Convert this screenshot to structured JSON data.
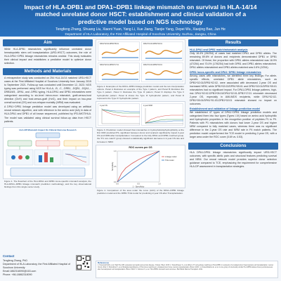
{
  "header": {
    "title": "Impact of HLA-DPB1 and DPA1~DPB1 linkage mismatch on survival in HLA-14/14 matched unrelated donor HSCT: establishment and clinical validation of a predictive model based on NGS technology",
    "authors": "Tengfeng Zhang, Shuang Liu, Xiaoni Yuan, Yang Li, Xue Jiang, Tianjie Yang, Depei Wu, Xiaojing Bao, Jun He",
    "affiliation": "Department of HLA Laboratory, the First Affiliated Hospital of Soochow University, Suzhou, Jiangsu, China"
  },
  "aim": {
    "heading": "Aim",
    "text": "While HLA-DPB1 mismatches significantly influence unrelated donor hematopoietic stem cell transplantation (URD-HSCT) outcomes, the role of HLA-DPA1~DPB1 linkage mismatches remains unclear. This study evaluates their clinical impact and establishes a predictive model to optimize donor selection."
  },
  "methods": {
    "heading": "Methods and Materials",
    "p1": "A retrospective study was conducted on 254 HLA-14/14 matched URD-HSCT cases at the First Affiliated Hospital of Soochow University from January 2015 to September 2021. Follow-up was conducted until December 12, 2023. NGS typing was performed using NGS for HLA-A, -B, -C, -DRB1, -DQB1, -DQA1, -DRB3/4/5, -DPA1, and -DPB1 typing. HLA-DPA1 and DPB1 mismatches were categorized according to six-level intron-exon mismatch, graft-versus-host direction (GvH) and host-versus-graft (HvG), and their impact on two-year overall survival (OS) and non-relapse mortality (NRM) was evaluated.",
    "p2": "A DPA1~DPB1 linkage prediction model was developed using an artificial neural network algorithm, and with reference to the amino acid (AA) in data of HLA-DPA1 and DPB1 of all known sequenced, published by IPD-IMGT/HLA. The model was validated using clinical survival follow-up data from HSCT patients."
  },
  "figures": {
    "fig1_title": "HLA-DP Mismatch Impact On Clinical Outcome Research",
    "fig1_caption": "Figure 1. The flowchart of the HLA-DPA1 and DPB1 locus-specific mismatch analysis, the HLA-DPA1~DPB1 linkage mismatch prediction methodology, and the key observational findings from this single center study.",
    "fig2_caption": "Figure 2. Examples of the DPA1~DPB1 linkage prediction model and the two interpretation options. Panel A illustrates an example of the Type I pattern, and Panel B illustrates the Type II pattern. Panel C illustrates the Type III pattern; Panel D displays the Type II hydrophobic pattern. Panel E shows the Type III hydrophobic pattern, and Panel D represents the Type IV hydrophobic pattern.",
    "fig3_caption": "Figure 3. Prediction model showed that mismatches in hydrophobicity/hydrophilicity at the first CDR predicted PS, significant between donor and recipient significantly impact 2-year OS and NRM after transplantation. Compared to the fully DPA1 and DPB1 matched group, the \"P1 non-match\" group showed a statistically significant decrease in 2-year OS rate and increase in NRM.",
    "fig4_caption": "Figure 4. Comparison of the area under the curve (AUC) of the DPA1~DPB1 linkage prediction model and the DPB1 TCE model for predicting 2-year OS after Transplantation.",
    "fig4_title": "ROC curves per OS"
  },
  "results": {
    "heading": "Results",
    "sub1": "HLA-DPA1 and DPB1 match/mismatch analysis",
    "p1": "Only 18.4% (26/254) of cases had matched DPA1 and DPB1 alleles. The remaining 89.6% of donors and recipients demonstrated DPB1 or DPB1 mismatch. Of these, the proportion with DPB1 alleles mismatched was 18.9% (47/254) and 70.0% (178/254) had both DPB1 and DPB1 alleles mismatched. DPA1 alleles mismatched and DPB1 alleles matched was 0.8% (2/254).",
    "sub2": "DPB1 locus-specific and DPA1~DPB1 linkage mismatches",
    "p2": "Among cases with mismatches, we identified three key findings: For allele-specific effects, unrelated DPB1 allele mismatches, such as DPB1*02:01/DPB1*02:02, were associated with decreased 2-year OS and increased NRM, while DPB1*02:02/DPB1*05:01 and DPB1*02:01/DPB1*05:01 mismatches had no significant impact. For DPA1-DPB1 linkage patterns, high-risk DPA1*02:02-DPB1*05:01/DPA1*02:01-DPB1*17:01 mismatch decreased 2-year OS, especially in AML/MDS recipients, while DPA1*02:02-DPB1*05:01/DPA1*01:03-DPB1*02:01 mismatch showed no impact on outcomes.",
    "sub3": "Establishment and validation of linkage prediction model",
    "p3": "We established 47 types of DPA1~DPB1 linkage prediction models and categorized them into four types (Types I-IV) based on amino acid hydrophilic and hydrophobic properties in the recognition position of peptides P1 to P9. Patients with P1 mismatches with donors had lower 2-year OS and higher NRM compared to fully matched cases, whereas there was no significant difference in the 2-year OS rate and NRM rate in P4 match patients. The prediction model outperformed the TCE model in predicting 2-year OS, with a larger area under the ROC curve (0.69 vs. 0.53)."
  },
  "conclusions": {
    "heading": "Conclusions",
    "text": "HLA DPA1-DPB1 linkage mismatches significantly impact URD-HSCT outcomes, with specific allelic pairs and structural features predicting survival and NRM. Our neural network model provides superior donor selection guidance compared to TCE, emphasizing the requirement for comprehensive HLA-DP assessment in transplantation strategies."
  },
  "contact": {
    "heading": "Contact",
    "name": "Tengfeng Zhang, PhD",
    "dept": "Department of HLA Laboratory, the First Affiliated Hospital of Soochow University",
    "email": "Email:1862318090@163.com",
    "phone": "Phone: +86-18862318090"
  },
  "references": {
    "heading": "References",
    "text": "1. Petersdorf EW, et al. High HLA-DP expression and graft-versus-host disease. N Engl J Med. 2015. 2. Fleischhauer K, et al. Effect of T-cell-epitope matching at HLA-DPB1 in recipients of unrelated-donor haemopoietic-cell transplantation. Lancet Oncol. 2012. 3. Morishima Y, et al. Biological significance of HLA locus matching in unrelated donor bone marrow transplantation. Blood. 2015. 4. Arrieta-Bolanos E, et al. A core group of structurally similar HLA-DPB1 alleles drives permissiveness after hematopoietic cell transplantation. Blood. 2022. 5. Solomon S, et al. HLA-DPB1 mismatch and outcomes. Biol Blood Marrow Transplant. 2021."
  },
  "panel_labels": [
    "DPA1*02:02-DPB1*05:01",
    "DPA1*01:03-DPB1*02:01",
    "DPA1*02:01-DPB1*17:01",
    "DPA1*01:03-DPB1*04:01"
  ],
  "km_labels": {
    "os": "2-year OS",
    "nrm": "2-year NRM"
  },
  "chart_data": [
    {
      "type": "line",
      "title": "ROC curves per OS",
      "xlabel": "1 - Specificity",
      "ylabel": "Sensitivity",
      "xlim": [
        0,
        1
      ],
      "ylim": [
        0,
        1
      ],
      "series": [
        {
          "name": "Linkage model",
          "x": [
            0,
            0.1,
            0.2,
            0.35,
            0.5,
            0.7,
            1
          ],
          "y": [
            0,
            0.28,
            0.45,
            0.6,
            0.72,
            0.85,
            1
          ]
        },
        {
          "name": "TCE model",
          "x": [
            0,
            0.2,
            0.4,
            0.6,
            0.8,
            1
          ],
          "y": [
            0,
            0.22,
            0.43,
            0.63,
            0.82,
            1
          ]
        }
      ]
    }
  ],
  "colors": {
    "header": "#1f5fa6",
    "section": "#2b6cb0",
    "accent_red": "#d9534f",
    "accent_blue": "#2b73c0",
    "accent_green": "#3f9c5a"
  }
}
